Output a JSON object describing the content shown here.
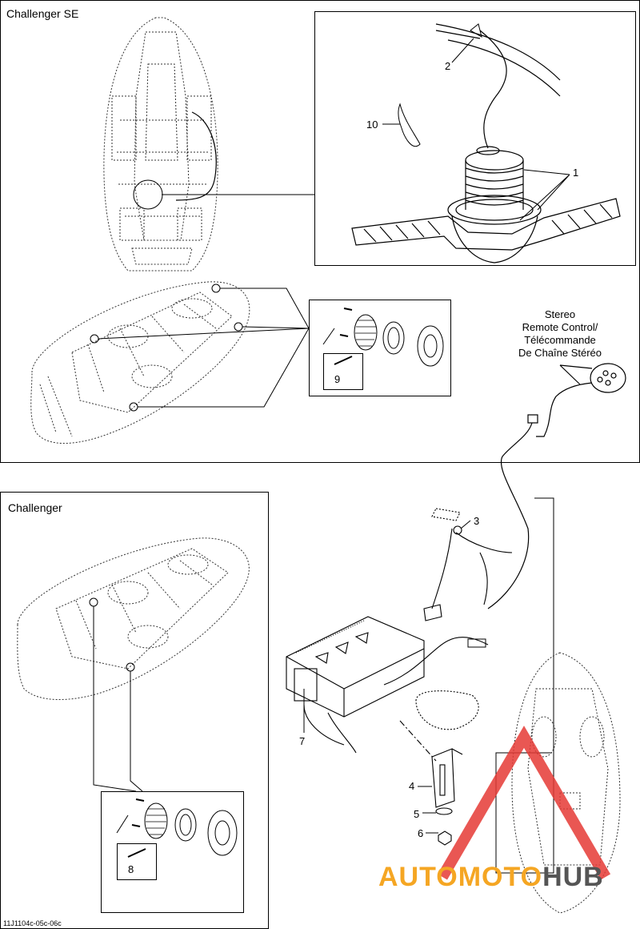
{
  "sections": {
    "top": {
      "title": "Challenger SE"
    },
    "bottom": {
      "title": "Challenger"
    }
  },
  "stereo_label": {
    "line1": "Stereo",
    "line2": "Remote Control/",
    "line3": "Télécommande",
    "line4": "De Chaîne Stéréo"
  },
  "callouts": [
    "1",
    "2",
    "3",
    "4",
    "5",
    "6",
    "7",
    "8",
    "9",
    "10"
  ],
  "doc_id": "11J1104c-05c-06c",
  "watermark": {
    "part1": "AUTOMOTO",
    "part2": "HUB",
    "color1": "#f5a623",
    "color2": "#555555",
    "triangle_color": "#e53935"
  }
}
